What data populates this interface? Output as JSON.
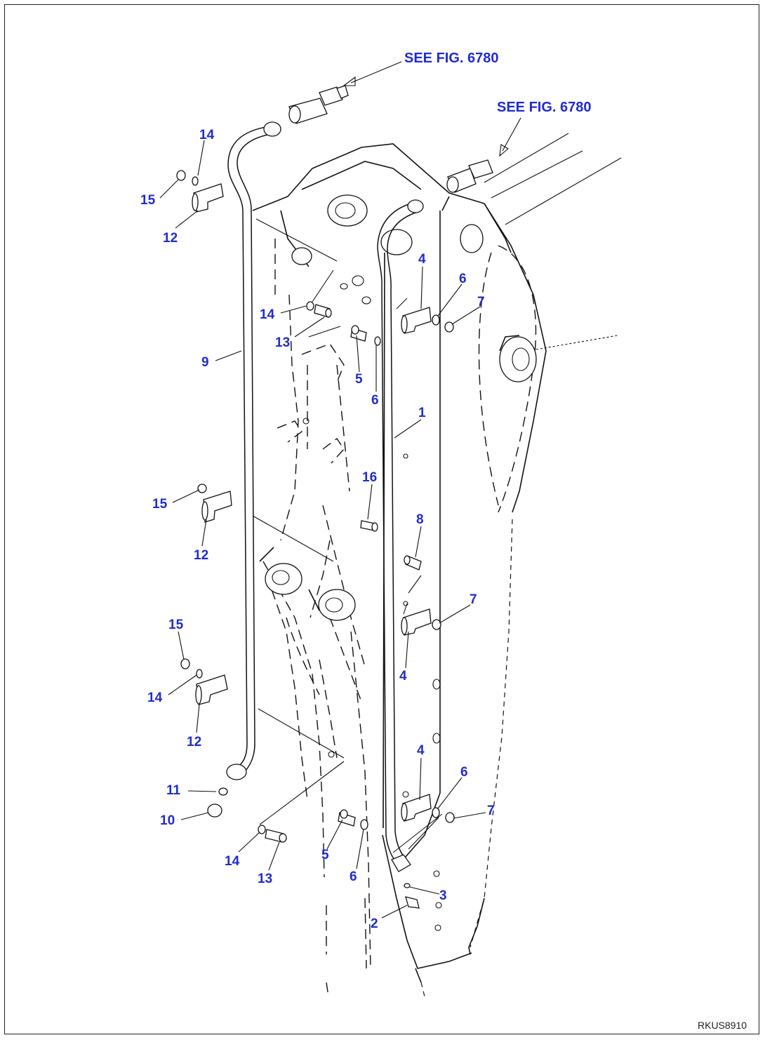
{
  "references": {
    "ref_1": "SEE FIG. 6780",
    "ref_2": "SEE FIG. 6780"
  },
  "drawing_code": "RKUS8910",
  "callouts": {
    "c1": "1",
    "c2": "2",
    "c3": "3",
    "c4a": "4",
    "c4b": "4",
    "c4c": "4",
    "c5a": "5",
    "c5b": "5",
    "c6a": "6",
    "c6b": "6",
    "c6c": "6",
    "c6d": "6",
    "c7a": "7",
    "c7b": "7",
    "c7c": "7",
    "c8": "8",
    "c9": "9",
    "c10": "10",
    "c11": "11",
    "c12a": "12",
    "c12b": "12",
    "c12c": "12",
    "c13a": "13",
    "c13b": "13",
    "c14a": "14",
    "c14b": "14",
    "c14c": "14",
    "c14d": "14",
    "c15a": "15",
    "c15b": "15",
    "c15c": "15",
    "c16": "16"
  }
}
